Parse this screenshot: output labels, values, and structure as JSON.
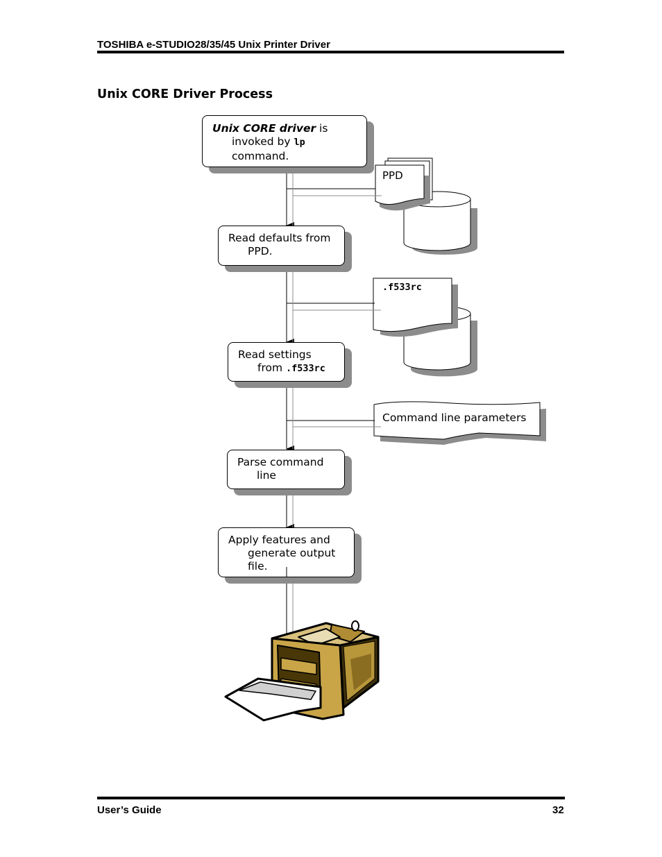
{
  "header": {
    "title": "TOSHIBA e-STUDIO28/35/45 Unix Printer Driver"
  },
  "section": {
    "title": "Unix CORE Driver Process"
  },
  "steps": {
    "invoke": {
      "emph": "Unix CORE driver",
      "text1": " is",
      "text2": "invoked by ",
      "code": "lp",
      "text3": "command."
    },
    "read_ppd": {
      "line1": "Read defaults from",
      "line2": "PPD."
    },
    "read_settings": {
      "line1": "Read settings",
      "line2": "from ",
      "code": ".f533rc"
    },
    "parse": {
      "line1": "Parse command",
      "line2": "line"
    },
    "apply": {
      "line1": "Apply features and",
      "line2": "generate output",
      "line3": "file."
    }
  },
  "inputs": {
    "ppd": "PPD",
    "rc": ".f533rc",
    "cmdline": "Command line parameters"
  },
  "icons": {
    "printer": "printer-icon"
  },
  "footer": {
    "left": "User’s Guide",
    "page": "32"
  }
}
